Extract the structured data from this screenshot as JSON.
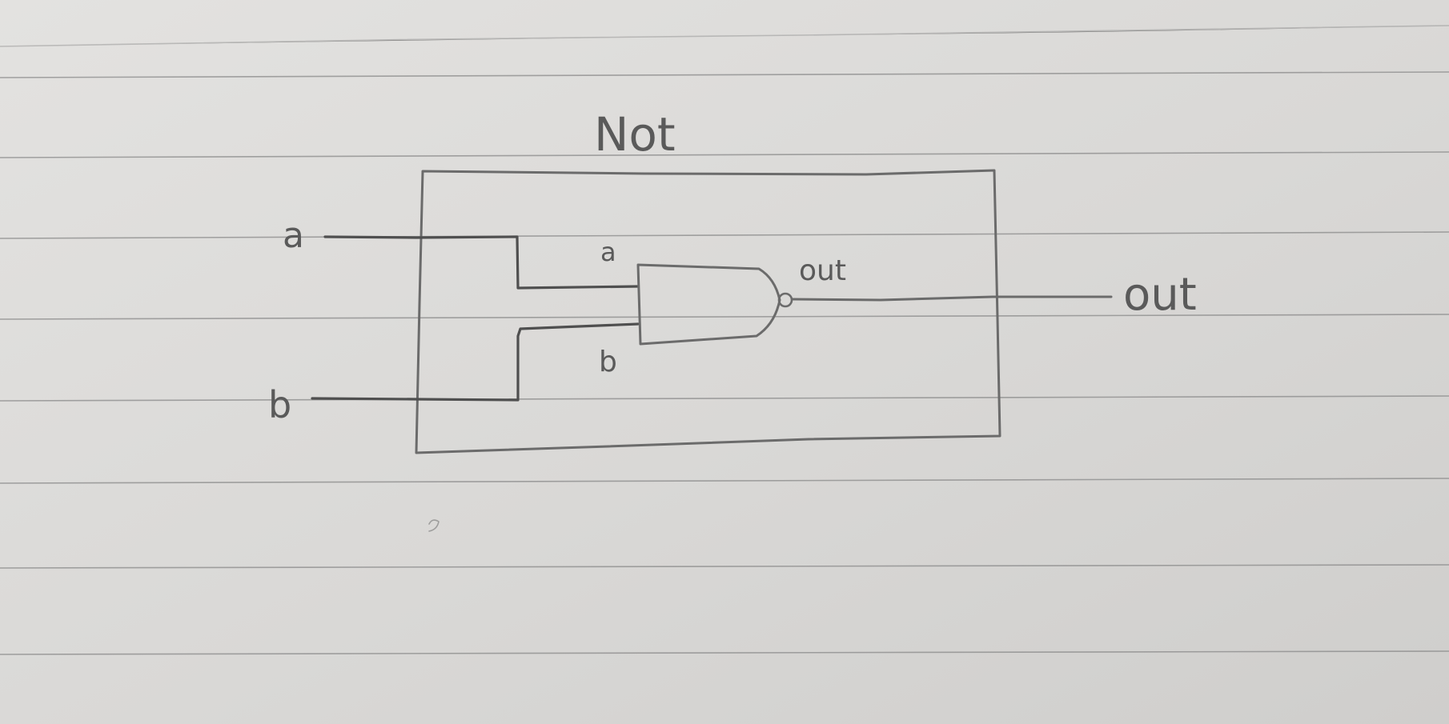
{
  "diagram": {
    "title": "Not",
    "inputs": [
      {
        "label": "a"
      },
      {
        "label": "b"
      }
    ],
    "output": {
      "label": "out"
    },
    "gate": {
      "type": "nand",
      "input_labels": [
        "a",
        "b"
      ],
      "output_label": "out"
    },
    "colors": {
      "paper": "#dcdbd9",
      "rule": "#8a8a8a",
      "pencil": "#5a5a5a"
    }
  }
}
